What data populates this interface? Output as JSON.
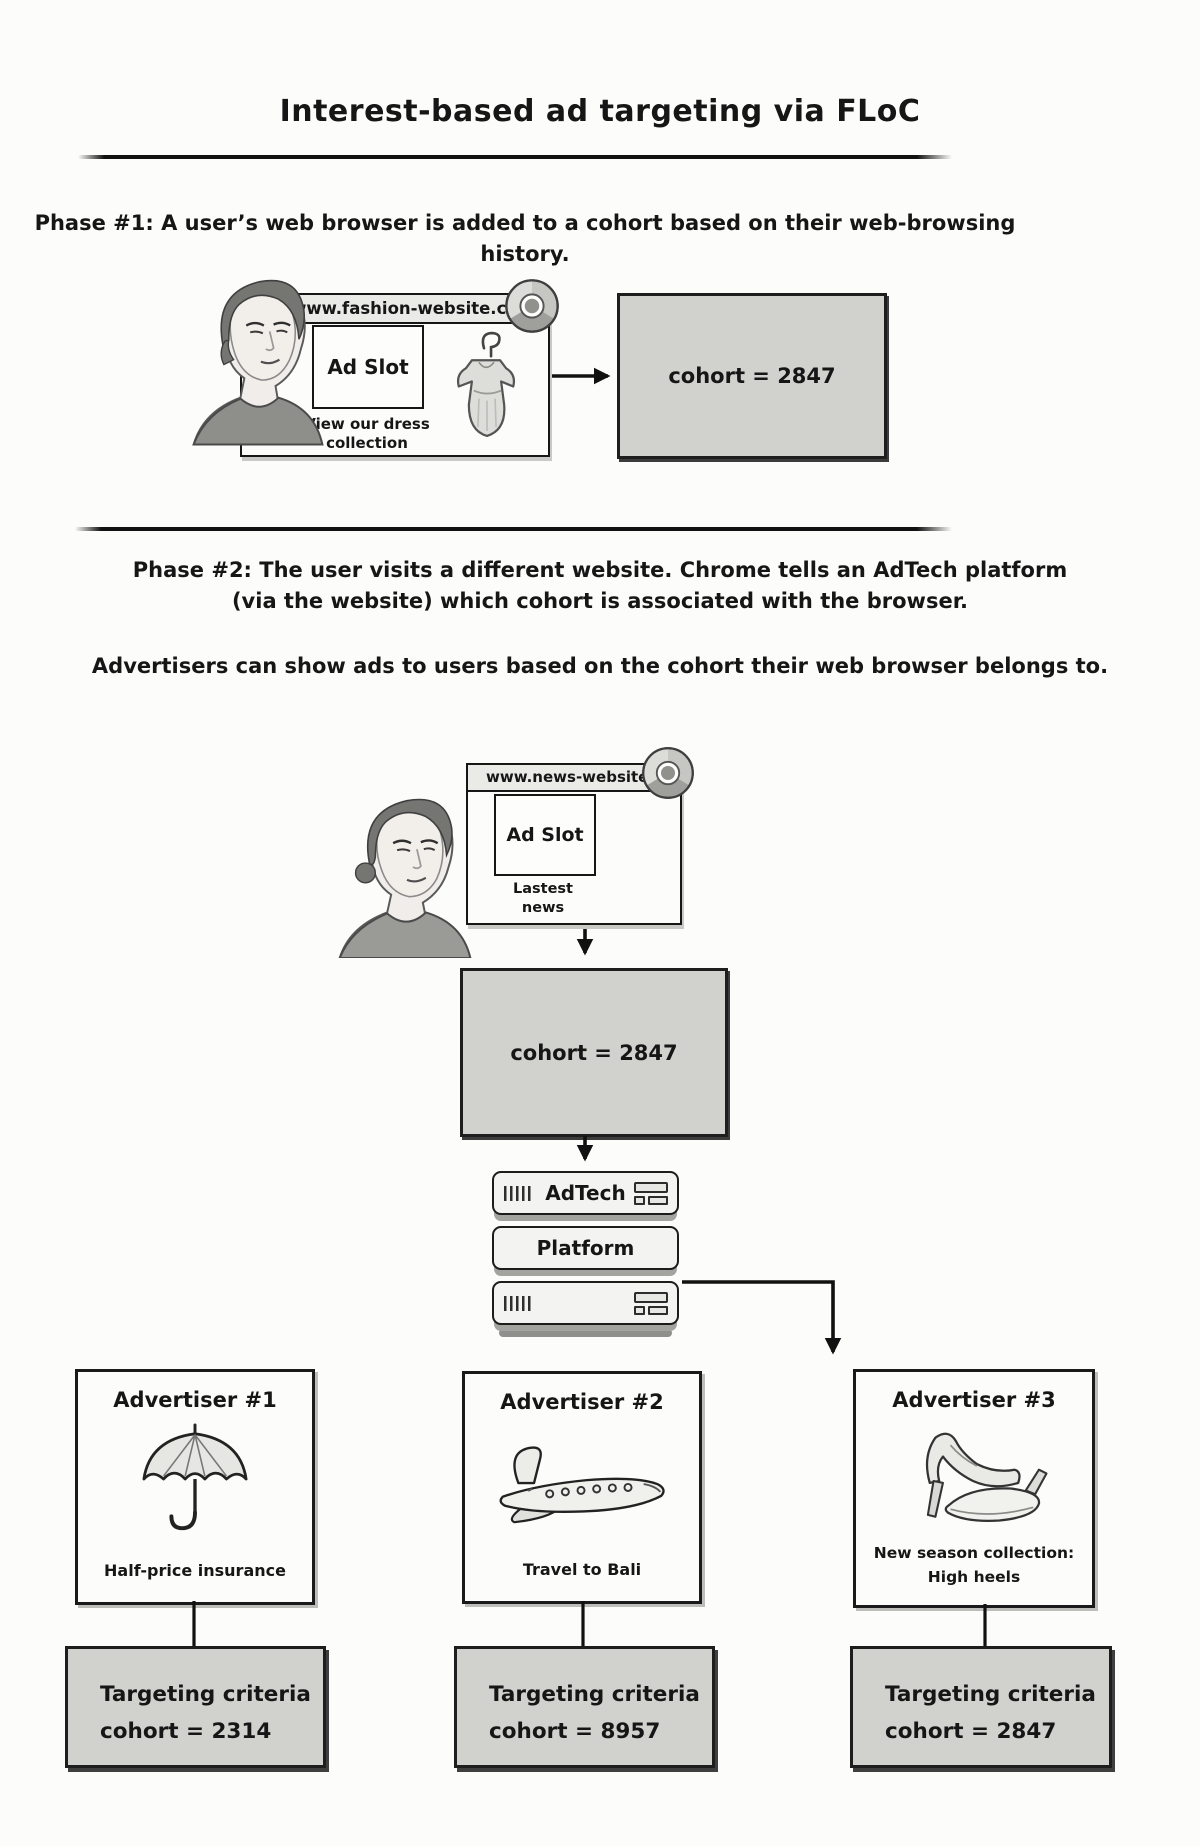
{
  "title": "Interest-based ad targeting via FLoC",
  "phase1": {
    "heading": "Phase #1: A user’s web browser  is added to a cohort based on their web-browsing history.",
    "browser_url": "www.fashion-website.com",
    "ad_slot_label": "Ad Slot",
    "ad_caption_line1": "View our dress",
    "ad_caption_line2": "collection",
    "cohort_label": "cohort = 2847"
  },
  "phase2": {
    "heading_line1": "Phase #2: The user visits a different website. Chrome tells an AdTech platform",
    "heading_line2": "(via the website) which cohort is associated with the browser.",
    "note": "Advertisers can show ads to users based on the cohort their web browser belongs to.",
    "browser_url": "www.news-website.com",
    "ad_slot_label": "Ad Slot",
    "ad_caption_line1": "Lastest",
    "ad_caption_line2": "news",
    "cohort_label": "cohort = 2847",
    "platform_line1": "AdTech",
    "platform_line2": "Platform"
  },
  "advertisers": [
    {
      "name": "Advertiser #1",
      "icon": "umbrella-icon",
      "offer": "Half-price insurance",
      "criteria_line1": "Targeting criteria",
      "criteria_line2": "cohort = 2314"
    },
    {
      "name": "Advertiser #2",
      "icon": "airplane-icon",
      "offer": "Travel to Bali",
      "criteria_line1": "Targeting criteria",
      "criteria_line2": "cohort = 8957"
    },
    {
      "name": "Advertiser #3",
      "icon": "high-heels-icon",
      "offer": "New season collection:",
      "offer_line2": "High heels",
      "criteria_line1": "Targeting criteria",
      "criteria_line2": "cohort = 2847"
    }
  ],
  "icons": [
    "chrome-icon",
    "person-icon",
    "dress-icon",
    "server-icon",
    "umbrella-icon",
    "airplane-icon",
    "high-heels-icon"
  ],
  "colors": {
    "paper": "#fcfcfb",
    "ink": "#161616",
    "box_fill": "#d1d1ce",
    "server_fill": "#f3f3f1",
    "address_bar_fill": "#eaeae7"
  }
}
